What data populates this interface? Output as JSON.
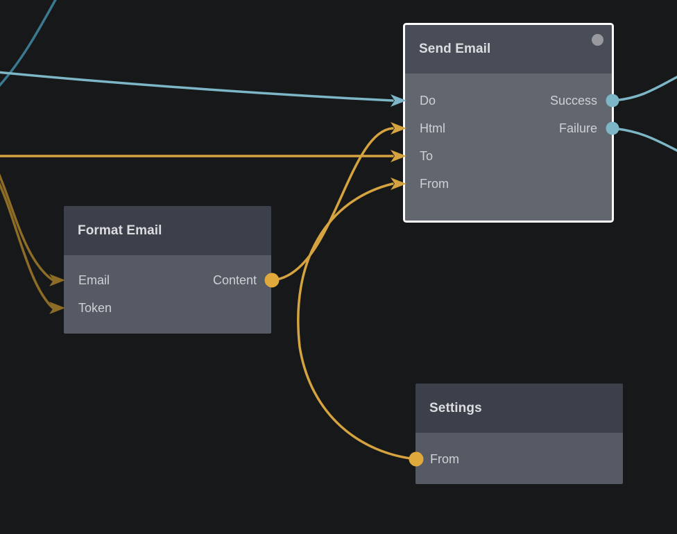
{
  "canvas": {
    "background": "#17181a"
  },
  "colors": {
    "wire_blue": "#7db6c6",
    "wire_teal_dark": "#3a7990",
    "wire_gold": "#d5a33f",
    "wire_gold_dark": "#8d6c26",
    "port_blue": "#7db6c6",
    "port_gold": "#dfa93c",
    "selection_border": "#ffffff",
    "status_dot": "#97999e"
  },
  "nodes": [
    {
      "title": "Send Email",
      "selected": true,
      "inputs": [
        {
          "name": "Do"
        },
        {
          "name": "Html"
        },
        {
          "name": "To"
        },
        {
          "name": "From"
        }
      ],
      "outputs": [
        {
          "name": "Success"
        },
        {
          "name": "Failure"
        }
      ]
    },
    {
      "title": "Format Email",
      "selected": false,
      "inputs": [
        {
          "name": "Email"
        },
        {
          "name": "Token"
        }
      ],
      "outputs": [
        {
          "name": "Content"
        }
      ]
    },
    {
      "title": "Settings",
      "selected": false,
      "inputs": [],
      "outputs": [
        {
          "name": "From"
        }
      ]
    }
  ],
  "connections": [
    {
      "from": "offscreen-left",
      "to": "Send Email.Do",
      "color_key": "wire_blue"
    },
    {
      "from": "offscreen-left",
      "to": "Send Email.To",
      "color_key": "wire_gold"
    },
    {
      "from": "offscreen-left",
      "to": "Format Email.Email",
      "color_key": "wire_gold_dark"
    },
    {
      "from": "offscreen-left",
      "to": "Format Email.Token",
      "color_key": "wire_gold_dark"
    },
    {
      "from": "Format Email.Content",
      "to": "Send Email.Html",
      "color_key": "wire_gold"
    },
    {
      "from": "Settings.From",
      "to": "Send Email.From",
      "color_key": "wire_gold"
    },
    {
      "from": "Send Email.Success",
      "to": "offscreen-right",
      "color_key": "wire_blue"
    },
    {
      "from": "Send Email.Failure",
      "to": "offscreen-right",
      "color_key": "wire_blue"
    },
    {
      "from": "offscreen-top",
      "to": "offscreen-left",
      "color_key": "wire_teal_dark"
    }
  ]
}
